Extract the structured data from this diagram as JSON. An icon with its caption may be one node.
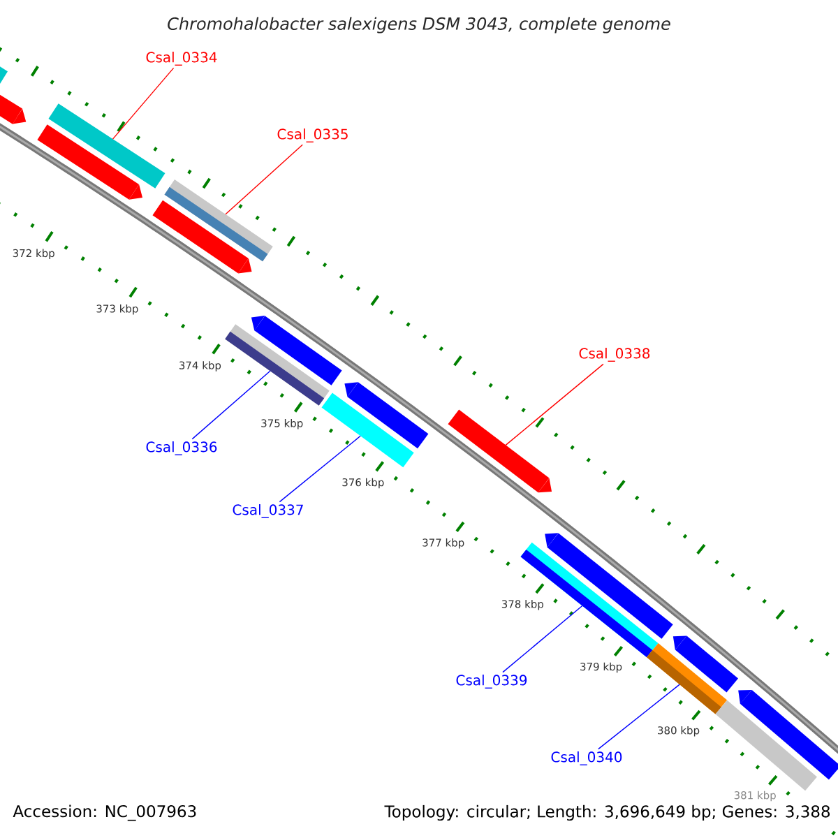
{
  "diagram": {
    "title": "Chromohalobacter salexigens DSM 3043, complete genome",
    "nodes": [
      {
        "text": [
          "Csal_0334"
        ]
      },
      {
        "text": [
          "Csal_0335"
        ]
      },
      {
        "text": [
          "Csal_0336"
        ]
      },
      {
        "text": [
          "Csal_0337"
        ]
      },
      {
        "text": [
          "Csal_0338"
        ]
      },
      {
        "text": [
          "Csal_0339"
        ]
      },
      {
        "text": [
          "Csal_0340"
        ]
      },
      {
        "text": [],
        "shape": "bar"
      },
      {
        "text": [],
        "shape": "arrow"
      },
      {
        "text": [],
        "shape": "arrow"
      },
      {
        "text": [],
        "shape": "bar"
      },
      {
        "text": [],
        "shape": "arrow"
      },
      {
        "text": [],
        "shape": "bar"
      },
      {
        "text": [],
        "shape": "bar"
      },
      {
        "text": [],
        "shape": "arrow"
      },
      {
        "text": [],
        "shape": "bar"
      },
      {
        "text": [],
        "shape": "arrow"
      },
      {
        "text": [],
        "shape": "arrow"
      },
      {
        "text": [],
        "shape": "bar"
      },
      {
        "text": [],
        "shape": "arrow"
      },
      {
        "text": [],
        "shape": "bar"
      },
      {
        "text": [],
        "shape": "arrow"
      },
      {
        "text": [],
        "shape": "bar"
      },
      {
        "text": [],
        "shape": "arrow"
      }
    ],
    "edges": [
      {
        "from": 0,
        "to": 10,
        "arrow": "none",
        "color": "#ff0000"
      },
      {
        "from": 1,
        "to": 12,
        "arrow": "none",
        "color": "#ff0000"
      },
      {
        "from": 2,
        "to": 13,
        "arrow": "none"
      },
      {
        "from": 3,
        "to": 15,
        "arrow": "none"
      },
      {
        "from": 4,
        "to": 17,
        "arrow": "none",
        "color": "#ff0000"
      },
      {
        "from": 5,
        "to": 18,
        "arrow": "none"
      },
      {
        "from": 6,
        "to": 20,
        "arrow": "none"
      }
    ],
    "labels": [
      "372 kbp",
      "373 kbp",
      "374 kbp",
      "375 kbp",
      "376 kbp",
      "377 kbp",
      "378 kbp",
      "379 kbp",
      "380 kbp",
      "381 kbp",
      "Accession: NC_007963",
      "Topology: circular; Length: 3,696,649 bp; Genes: 3,388"
    ]
  }
}
